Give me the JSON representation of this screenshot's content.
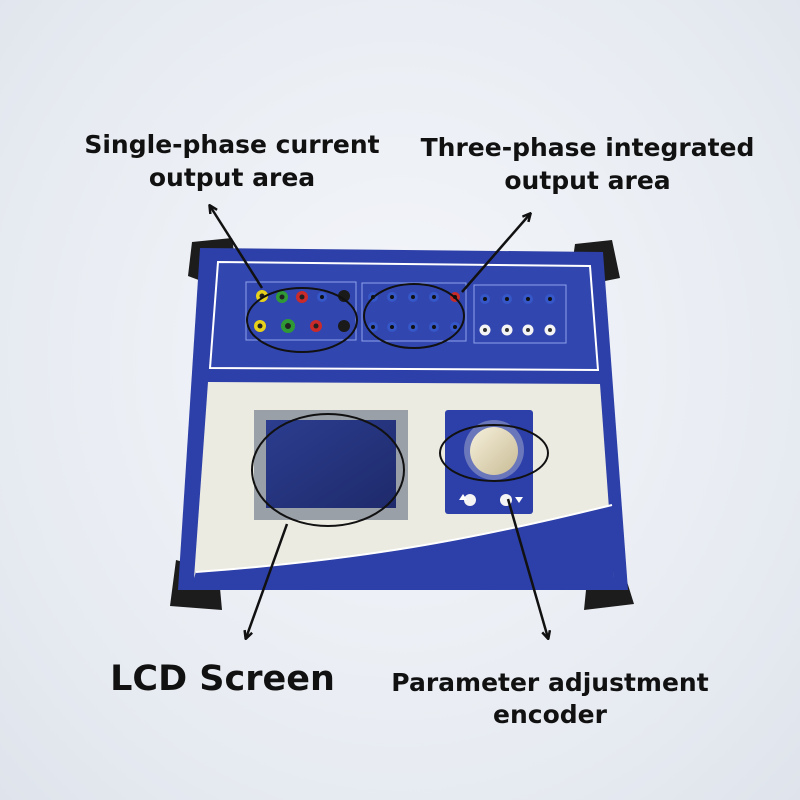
{
  "labels": {
    "single_phase": {
      "line1": "Single-phase current",
      "line2": "output area"
    },
    "three_phase": {
      "line1": "Three-phase integrated",
      "line2": "output area"
    },
    "lcd": "LCD Screen",
    "encoder": {
      "line1": "Parameter adjustment",
      "line2": "encoder"
    }
  },
  "colors": {
    "panel_blue": "#2d3fa8",
    "panel_beige": "#ecebe2",
    "screen_blue": "#24337e",
    "terminal_blue": "#3557c8",
    "terminal_yellow": "#e8d11a",
    "terminal_green": "#2f9a35",
    "terminal_red": "#c92a2a",
    "terminal_black": "#1a1a1a",
    "terminal_white": "#f4f4f4"
  }
}
